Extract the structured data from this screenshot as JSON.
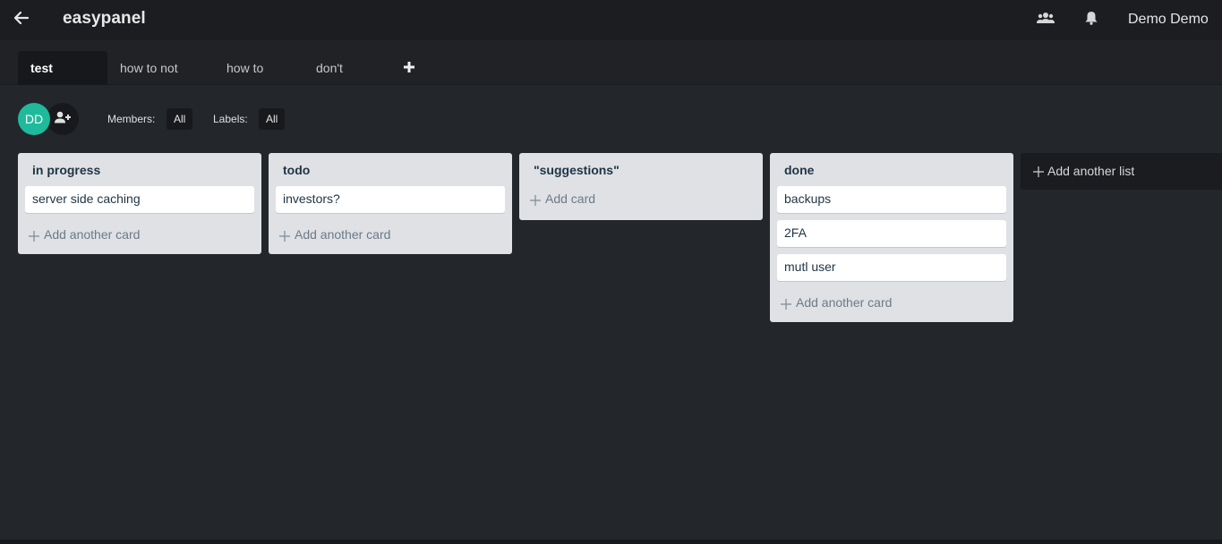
{
  "header": {
    "title": "easypanel",
    "back_icon": "arrow-left-icon",
    "team_icon": "users-icon",
    "notifications_icon": "bell-icon",
    "user_name": "Demo Demo"
  },
  "tabs": [
    {
      "label": "test",
      "active": true
    },
    {
      "label": "how to not",
      "active": false
    },
    {
      "label": "how to",
      "active": false
    },
    {
      "label": "don't",
      "active": false
    }
  ],
  "add_tab_icon": "plus-icon",
  "filters": {
    "avatar_initials": "DD",
    "avatar_color": "#1eba9b",
    "add_member_icon": "user-plus-icon",
    "members_label": "Members:",
    "members_value": "All",
    "labels_label": "Labels:",
    "labels_value": "All"
  },
  "lists": [
    {
      "title": "in progress",
      "cards": [
        "server side caching"
      ],
      "add_label": "Add another card"
    },
    {
      "title": "todo",
      "cards": [
        "investors?"
      ],
      "add_label": "Add another card"
    },
    {
      "title": "\"suggestions\"",
      "cards": [],
      "add_label": "Add card"
    },
    {
      "title": "done",
      "cards": [
        "backups",
        "2FA",
        "mutl user"
      ],
      "add_label": "Add another card"
    }
  ],
  "add_list_label": "Add another list",
  "colors": {
    "background": "#23262b",
    "topbar": "#1c1d21",
    "list_bg": "#dfe1e5",
    "card_text": "#1e3445",
    "accent": "#1eba9b"
  }
}
